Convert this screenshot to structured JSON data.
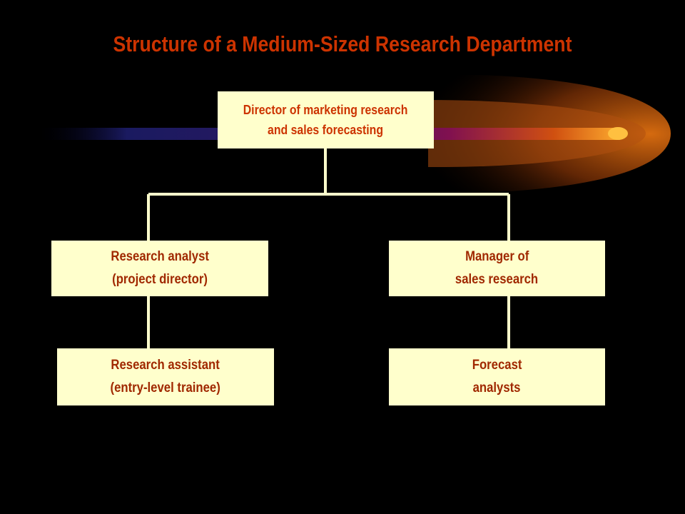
{
  "title": "Structure of a Medium-Sized Research Department",
  "colors": {
    "background": "#000000",
    "title": "#cc3300",
    "box_fill": "#ffffcc",
    "box_text": "#a02800",
    "connector": "#ffffcc"
  },
  "nodes": {
    "director": {
      "line1": "Director of marketing research",
      "line2": "and sales forecasting"
    },
    "analyst": {
      "line1": "Research analyst",
      "line2": "(project director)"
    },
    "manager": {
      "line1": "Manager of",
      "line2": "sales research"
    },
    "assistant": {
      "line1": "Research assistant",
      "line2": "(entry-level trainee)"
    },
    "forecast": {
      "line1": "Forecast",
      "line2": "analysts"
    }
  },
  "edges": [
    {
      "from": "director",
      "to": "analyst"
    },
    {
      "from": "director",
      "to": "manager"
    },
    {
      "from": "analyst",
      "to": "assistant"
    },
    {
      "from": "manager",
      "to": "forecast"
    }
  ]
}
